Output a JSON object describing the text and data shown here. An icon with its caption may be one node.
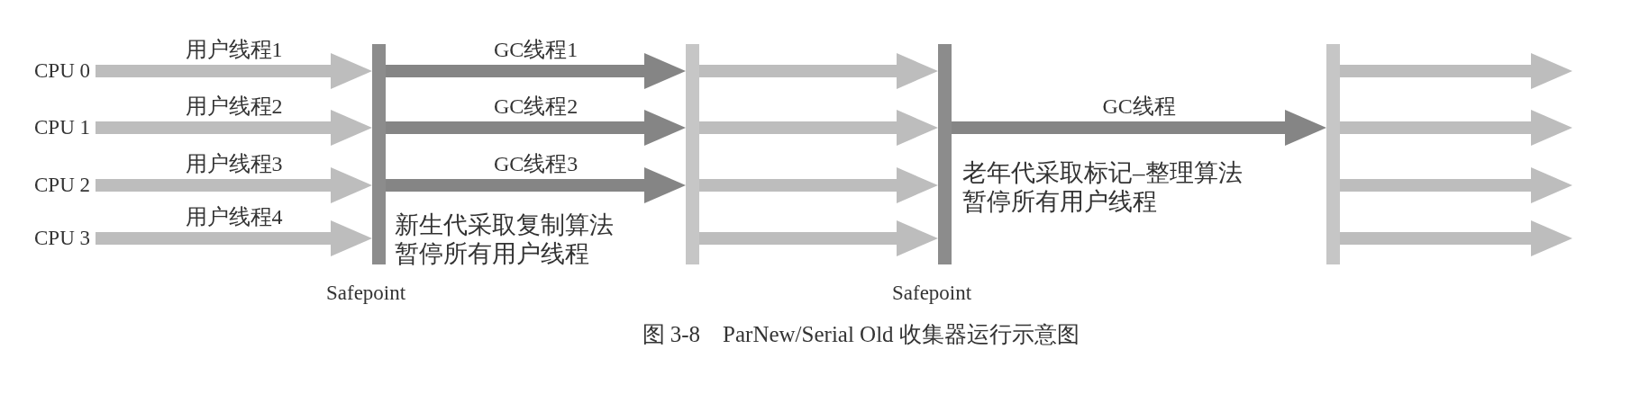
{
  "diagram": {
    "caption": "图 3-8　ParNew/Serial Old 收集器运行示意图",
    "nodes": [
      {
        "text": [
          "CPU 0"
        ]
      },
      {
        "text": [
          "CPU 1"
        ]
      },
      {
        "text": [
          "CPU 2"
        ]
      },
      {
        "text": [
          "CPU 3"
        ]
      },
      {
        "text": [],
        "shape": "bar",
        "beside": [
          "Safepoint"
        ]
      },
      {
        "text": [],
        "shape": "bar"
      },
      {
        "text": [],
        "shape": "bar",
        "beside": [
          "Safepoint"
        ]
      },
      {
        "text": [],
        "shape": "bar"
      }
    ],
    "edges": [
      {
        "from": 0,
        "to": 4,
        "arrow": "to",
        "label": "用户线程1"
      },
      {
        "from": 1,
        "to": 4,
        "arrow": "to",
        "label": "用户线程2"
      },
      {
        "from": 2,
        "to": 4,
        "arrow": "to",
        "label": "用户线程3"
      },
      {
        "from": 3,
        "to": 4,
        "arrow": "to",
        "label": "用户线程4"
      },
      {
        "from": 4,
        "to": 5,
        "arrow": "to",
        "label": "GC线程1",
        "color": "#858585"
      },
      {
        "from": 4,
        "to": 5,
        "arrow": "to",
        "label": "GC线程2",
        "color": "#858585"
      },
      {
        "from": 4,
        "to": 5,
        "arrow": "to",
        "label": "GC线程3",
        "color": "#858585"
      },
      {
        "from": 5,
        "to": 6,
        "arrow": "to"
      },
      {
        "from": 5,
        "to": 6,
        "arrow": "to"
      },
      {
        "from": 5,
        "to": 6,
        "arrow": "to"
      },
      {
        "from": 5,
        "to": 6,
        "arrow": "to"
      },
      {
        "from": 6,
        "to": 7,
        "arrow": "to",
        "label": "GC线程",
        "color": "#858585"
      },
      {
        "from": 7,
        "to": null,
        "arrow": "to"
      },
      {
        "from": 7,
        "to": null,
        "arrow": "to"
      },
      {
        "from": 7,
        "to": null,
        "arrow": "to"
      },
      {
        "from": 7,
        "to": null,
        "arrow": "to"
      }
    ],
    "labels": [
      "新生代采取复制算法",
      "暂停所有用户线程",
      "老年代采取标记–整理算法",
      "暂停所有用户线程"
    ]
  }
}
